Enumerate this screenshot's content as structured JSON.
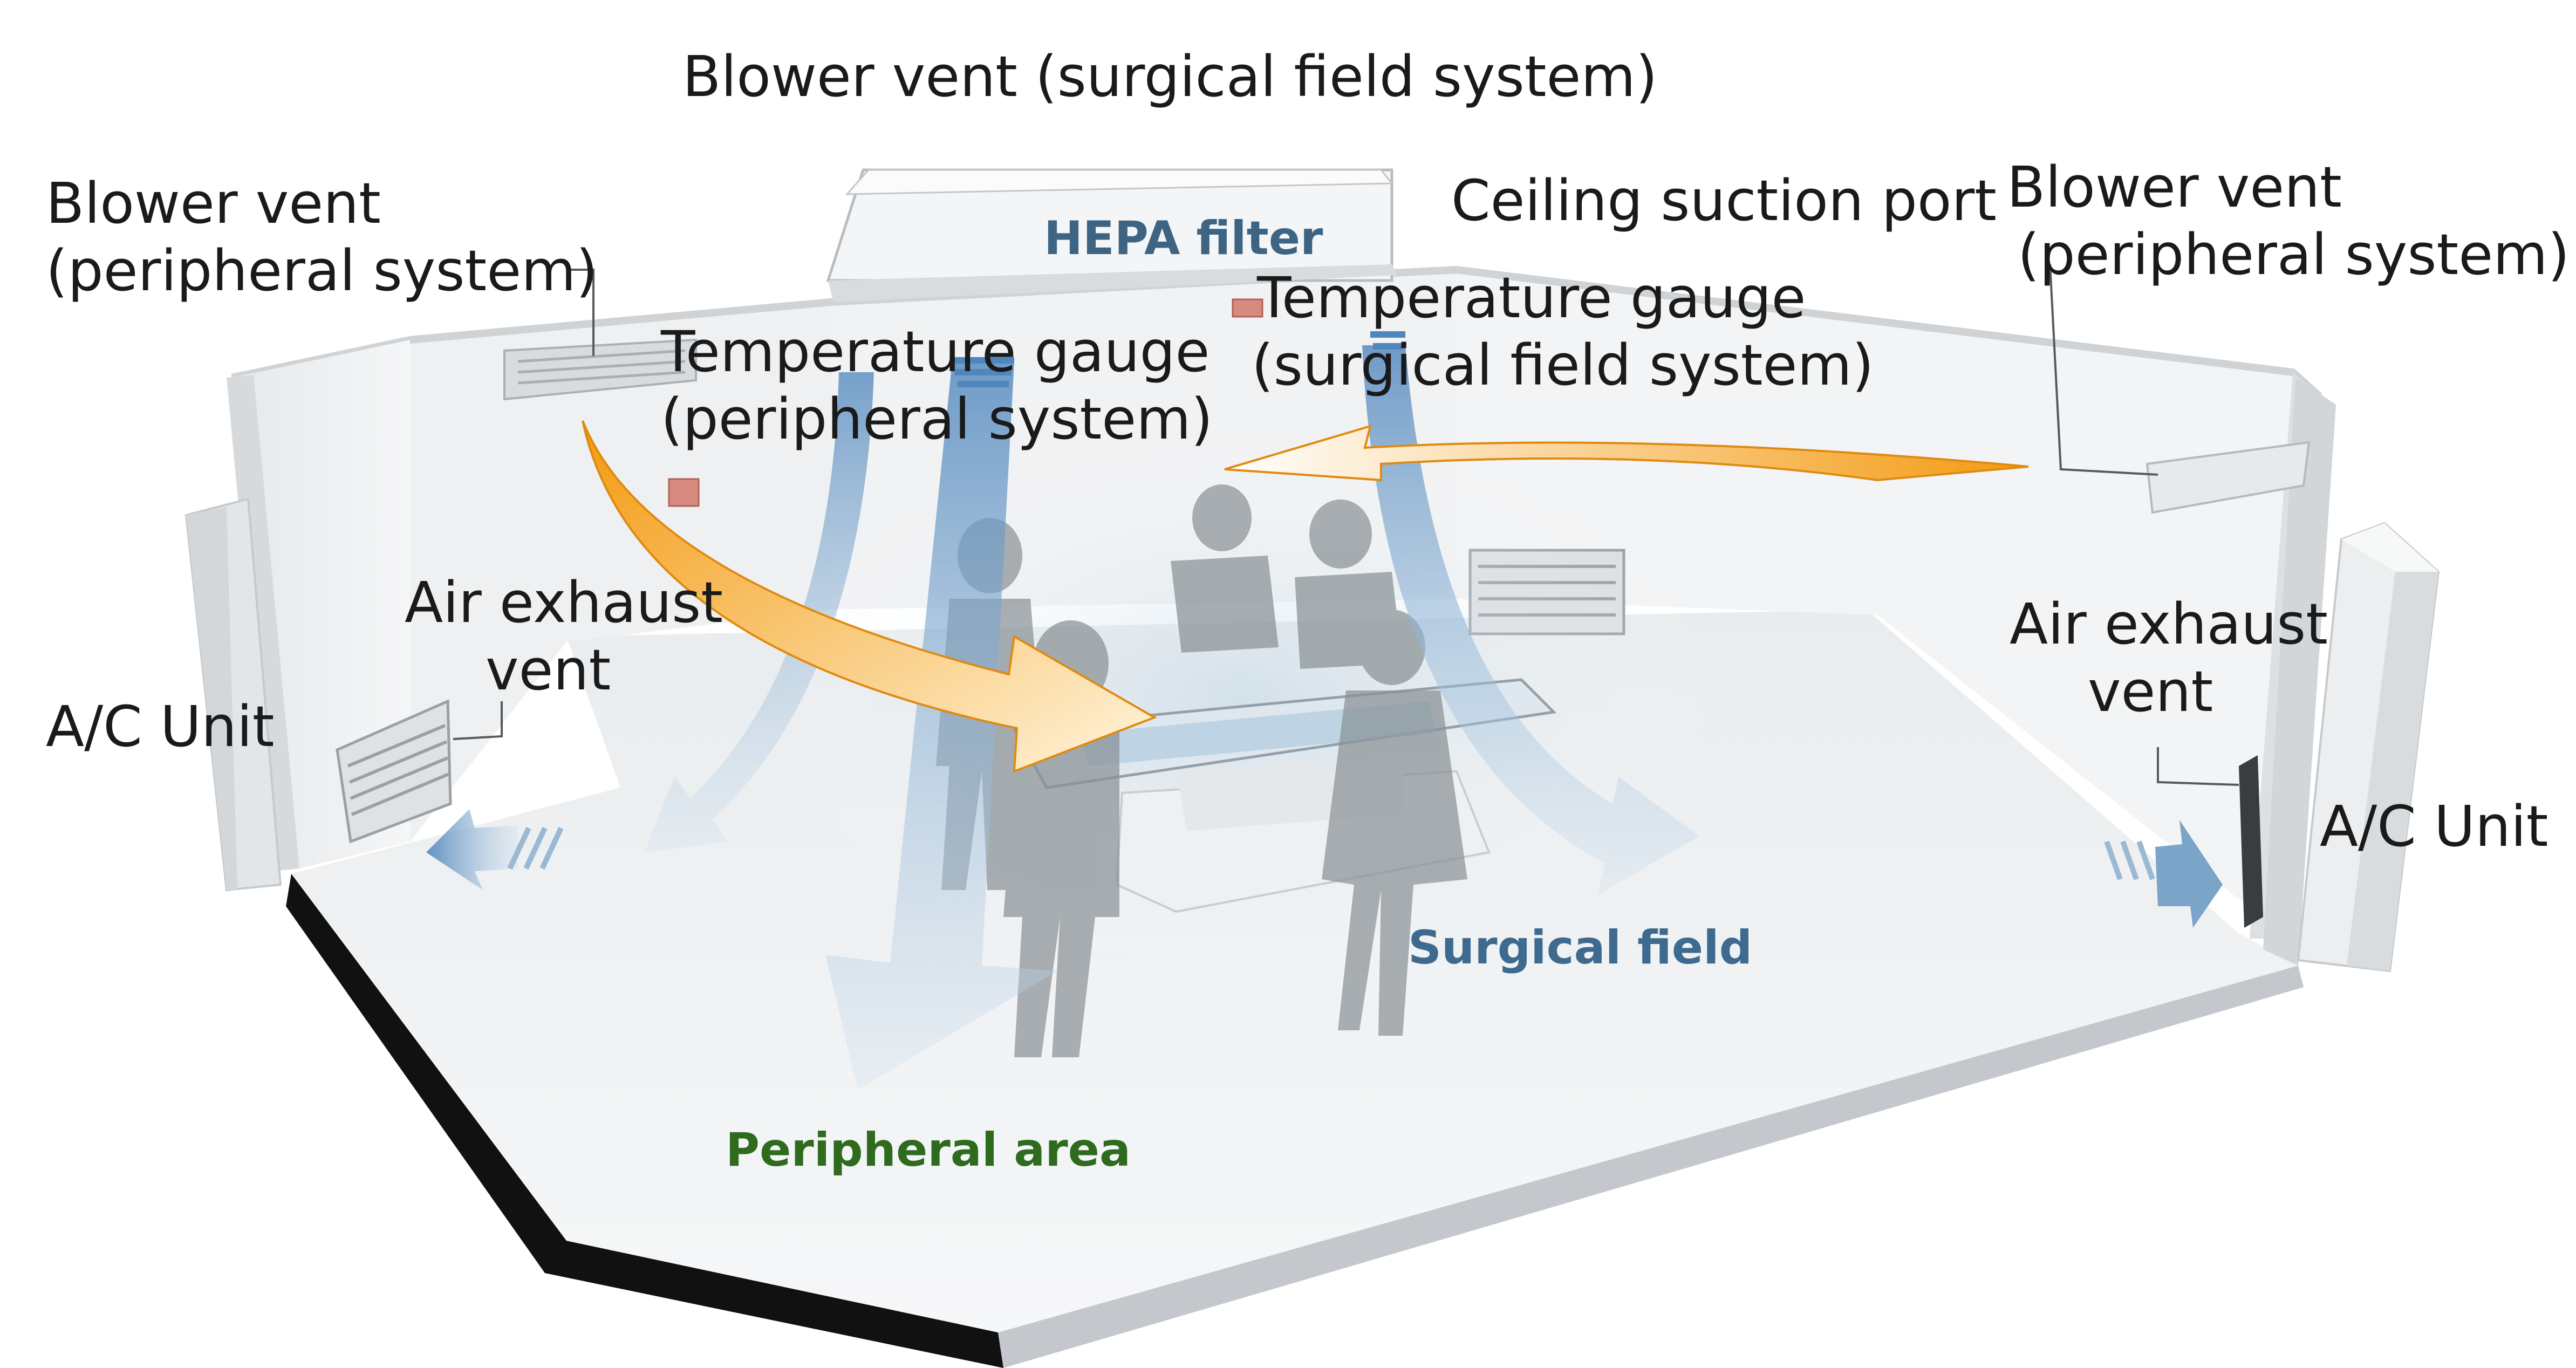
{
  "labels": {
    "blower_vent_surgical": "Blower vent (surgical field system)",
    "blower_vent_peripheral_left_line1": "Blower vent",
    "blower_vent_peripheral_left_line2": "(peripheral system)",
    "blower_vent_peripheral_right_line1": "Blower vent",
    "blower_vent_peripheral_right_line2": "(peripheral system)",
    "hepa_filter": "HEPA filter",
    "ceiling_suction_port": "Ceiling suction port",
    "temp_gauge_peripheral_line1": "Temperature gauge",
    "temp_gauge_peripheral_line2": "(peripheral system)",
    "temp_gauge_surgical_line1": "Temperature gauge",
    "temp_gauge_surgical_line2": "(surgical field system)",
    "air_exhaust_left_line1": "Air exhaust",
    "air_exhaust_left_line2": "vent",
    "air_exhaust_right_line1": "Air exhaust",
    "air_exhaust_right_line2": "vent",
    "ac_unit_left": "A/C Unit",
    "ac_unit_right": "A/C Unit",
    "surgical_field": "Surgical field",
    "peripheral_area": "Peripheral area"
  },
  "colors": {
    "hepa_text": "#3d6482",
    "surgical_field_text": "#3d6a8e",
    "peripheral_area_text": "#2e6b1e",
    "blue_arrow": "#5b8fbf",
    "orange_arrow": "#f2a020",
    "gauge": "#d98a80"
  }
}
